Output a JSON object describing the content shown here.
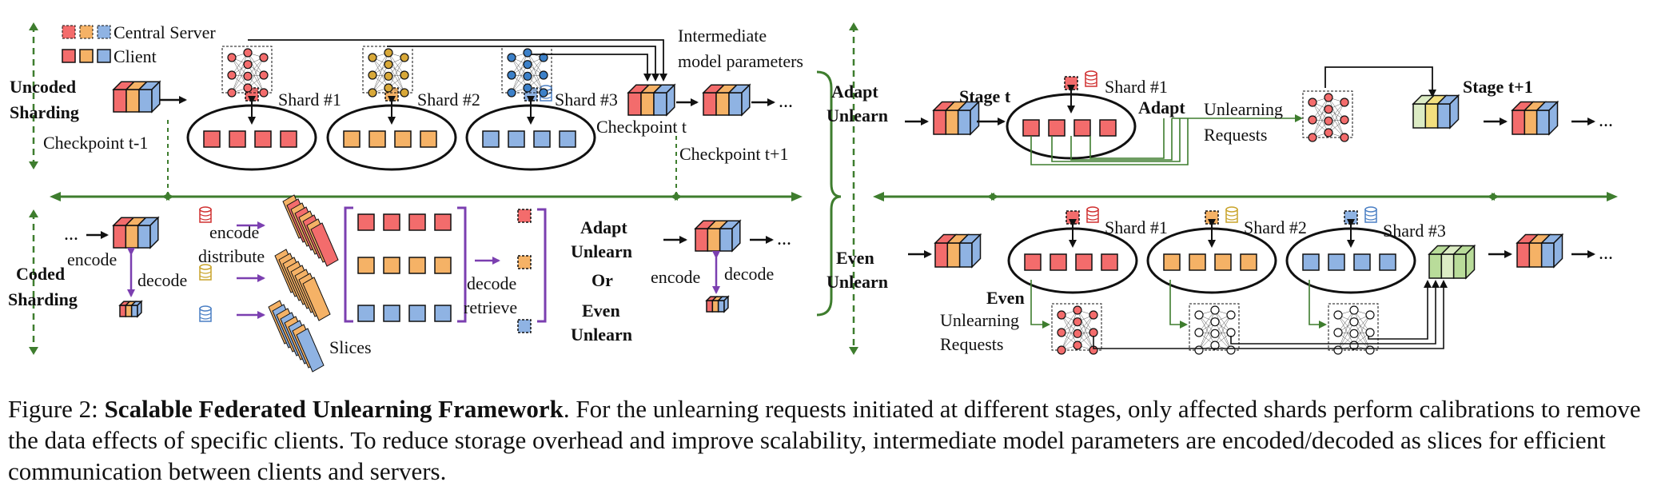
{
  "legend": {
    "server": "Central Server",
    "client": "Client"
  },
  "labels": {
    "uncoded": [
      "Uncoded",
      "Sharding"
    ],
    "coded": [
      "Coded",
      "Sharding"
    ],
    "shard1": "Shard #1",
    "shard2": "Shard #2",
    "shard3": "Shard #3",
    "checkpoint_prev": "Checkpoint t-1",
    "checkpoint": "Checkpoint t",
    "checkpoint_next": "Checkpoint t+1",
    "intermediate": [
      "Intermediate",
      "model parameters"
    ],
    "adapt_unlearn": [
      "Adapt",
      "Unlearn"
    ],
    "even_unlearn": [
      "Even",
      "Unlearn"
    ],
    "encode": "encode",
    "decode": "decode",
    "distribute": "distribute",
    "retrieve": "retrieve",
    "slices": "Slices",
    "or": "Or",
    "stage_t": "Stage t",
    "stage_t1": "Stage t+1",
    "adapt": "Adapt",
    "even": "Even",
    "unlearning_requests": [
      "Unlearning",
      "Requests"
    ],
    "ellipsis": "..."
  },
  "caption": {
    "prefix": "Figure 2: ",
    "title": "Scalable Federated Unlearning Framework",
    "text": ". For the unlearning requests initiated at different stages, only affected shards perform calibrations to remove the data effects of specific clients. To reduce storage overhead and improve scalability, intermediate model parameters are encoded/decoded as slices for efficient communication between clients and servers."
  },
  "colors": {
    "red": "#f36c6c",
    "orange": "#f5b266",
    "blue": "#8fb3e3",
    "green": "#b9dc9a",
    "lightgreen": "#dcecc4",
    "yellow": "#f3df7e",
    "purple": "#7b3fb0",
    "divider": "#3e7d2e"
  }
}
